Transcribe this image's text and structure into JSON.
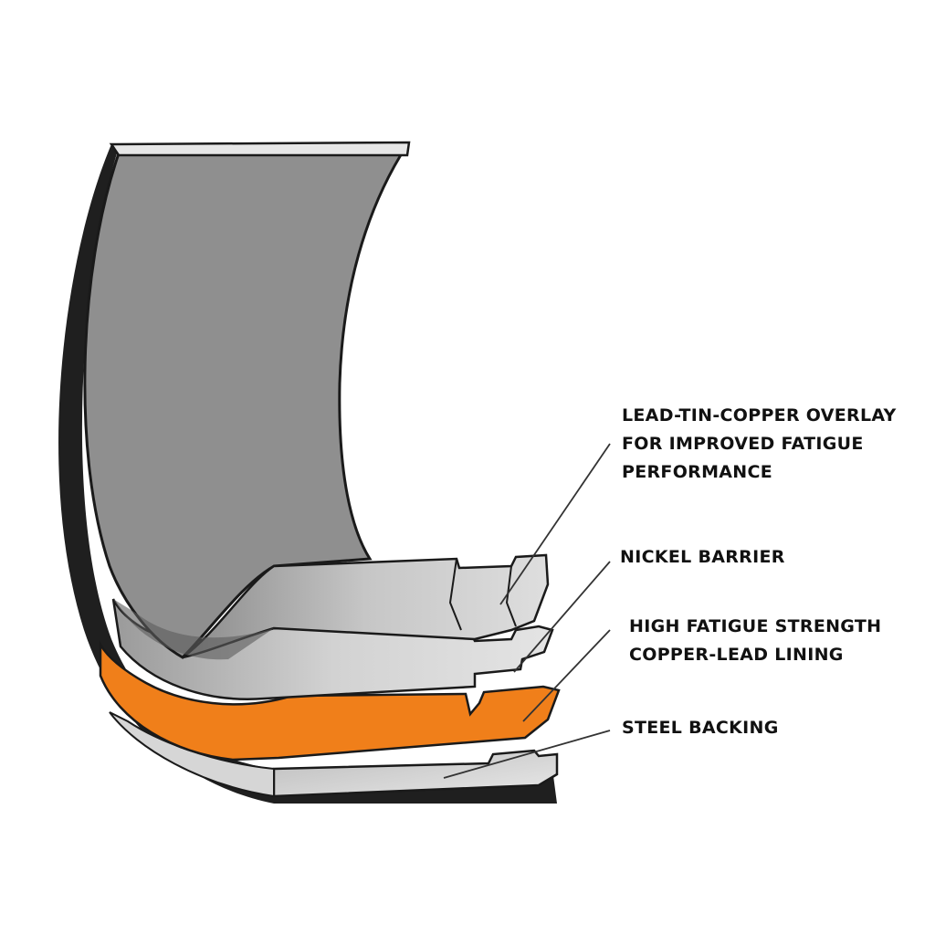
{
  "diagram": {
    "labels": {
      "overlay": {
        "lines": [
          "LEAD-TIN-COPPER OVERLAY",
          "FOR IMPROVED FATIGUE",
          "PERFORMANCE"
        ]
      },
      "nickel": {
        "lines": [
          "NICKEL BARRIER"
        ]
      },
      "lining": {
        "lines": [
          "HIGH FATIGUE STRENGTH",
          "COPPER-LEAD LINING"
        ]
      },
      "steel": {
        "lines": [
          "STEEL BACKING"
        ]
      }
    },
    "colors": {
      "overlay": "#8f8f8f",
      "nickel": "#b9b9b9",
      "lining": "#f07f1a",
      "steel": "#c4c4c4",
      "outline": "#1a1a1a",
      "leader": "#333333"
    }
  }
}
